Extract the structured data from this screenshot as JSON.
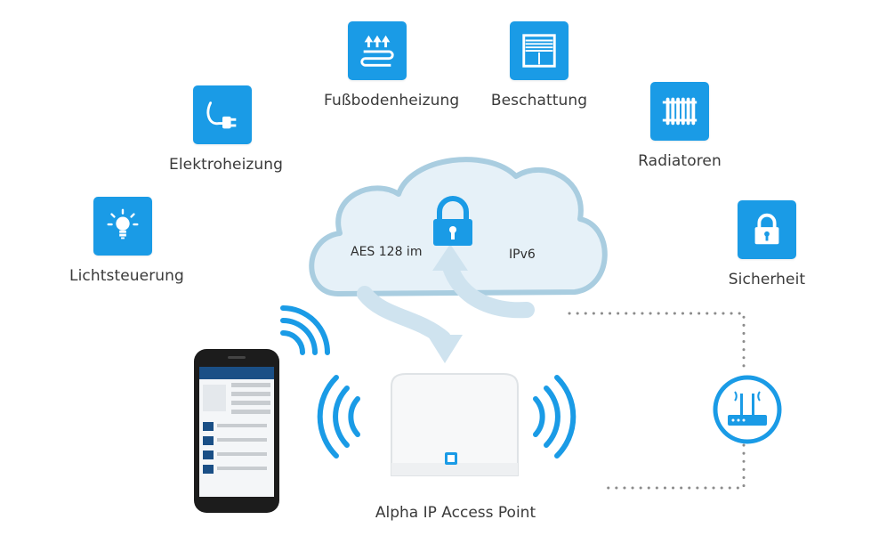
{
  "features": [
    {
      "id": "lichtsteuerung",
      "label": "Lichtsteuerung",
      "icon": "lightbulb-icon"
    },
    {
      "id": "elektroheizung",
      "label": "Elektroheizung",
      "icon": "plug-icon"
    },
    {
      "id": "fussbodenheizung",
      "label": "Fußbodenheizung",
      "icon": "floor-heating-icon"
    },
    {
      "id": "beschattung",
      "label": "Beschattung",
      "icon": "shutter-window-icon"
    },
    {
      "id": "radiatoren",
      "label": "Radiatoren",
      "icon": "radiator-icon"
    },
    {
      "id": "sicherheit",
      "label": "Sicherheit",
      "icon": "padlock-icon"
    }
  ],
  "cloud": {
    "left_text": "AES 128 im",
    "right_text": "IPv6",
    "icon": "padlock-icon"
  },
  "access_point": {
    "label": "Alpha IP Access Point"
  },
  "router": {
    "icon": "router-icon"
  },
  "colors": {
    "accent": "#1a9be6",
    "cloud_fill": "#e6f1f8",
    "cloud_stroke": "#a9cde0",
    "dots": "#8c8c8c",
    "phone": "#1c1c1c"
  }
}
